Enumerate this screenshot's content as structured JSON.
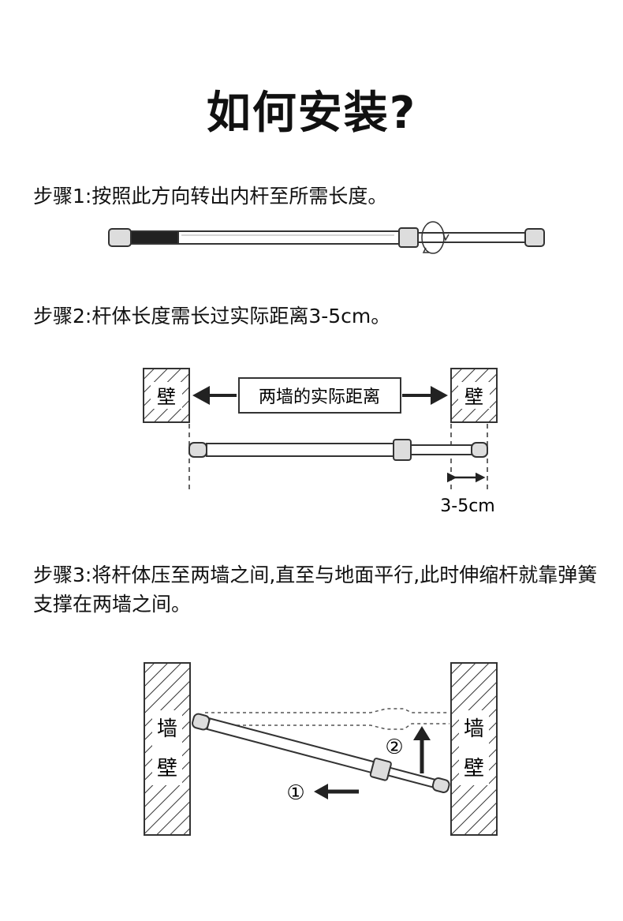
{
  "title": "如何安装?",
  "steps": [
    {
      "text": "步骤1:按照此方向转出内杆至所需长度。"
    },
    {
      "text": "步骤2:杆体长度需长过实际距离3-5cm。"
    },
    {
      "text": "步骤3:将杆体压至两墙之间,直至与地面平行,此时伸缩杆就靠弹簧支撑在两墙之间。"
    }
  ],
  "diagram2": {
    "wall_label": "壁",
    "distance_label": "两墙的实际距离",
    "extra_label": "3-5cm"
  },
  "diagram3": {
    "wall_label_top": "墙",
    "wall_label_bottom": "壁",
    "marker1": "①",
    "marker2": "②"
  }
}
